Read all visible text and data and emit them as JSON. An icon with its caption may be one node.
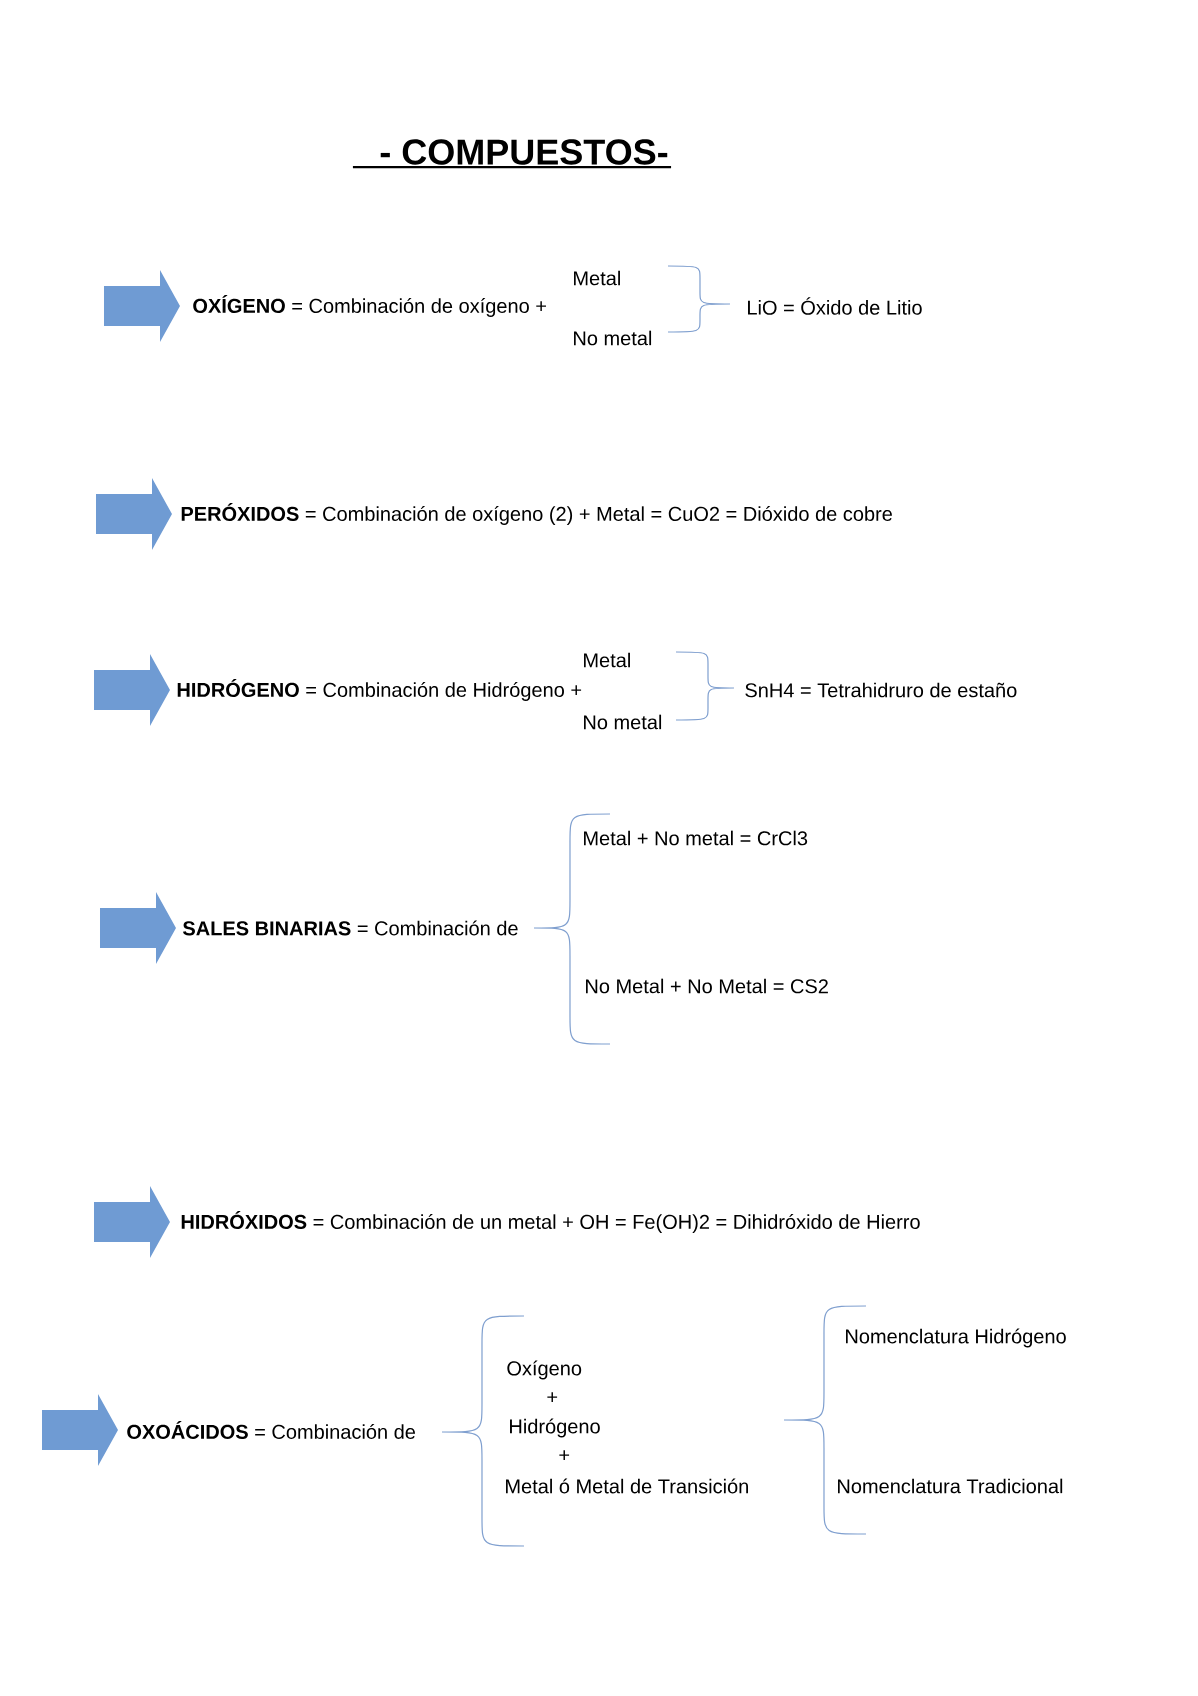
{
  "diagram": {
    "title": "- COMPUESTOS-",
    "labels": [
      "Metal",
      "**OXÍGENO** = Combinación de oxígeno +",
      "LiO = Óxido de Litio",
      "No metal",
      "**PERÓXIDOS** = Combinación de oxígeno (2) + Metal = CuO2 = Dióxido de cobre",
      "Metal",
      "**HIDRÓGENO** = Combinación de Hidrógeno +",
      "SnH4 = Tetrahidruro de estaño",
      "No metal",
      "Metal + No metal = CrCl3",
      "**SALES BINARIAS** = Combinación de",
      "No Metal + No Metal = CS2",
      "**HIDRÓXIDOS** = Combinación de un metal + OH = Fe(OH)2 = Dihidróxido de Hierro",
      "Nomenclatura Hidrógeno",
      "Oxígeno",
      "+",
      "**OXOÁCIDOS** = Combinación de",
      "Hidrógeno",
      "+",
      "Metal ó Metal de Transición",
      "Nomenclatura Tradicional"
    ]
  }
}
